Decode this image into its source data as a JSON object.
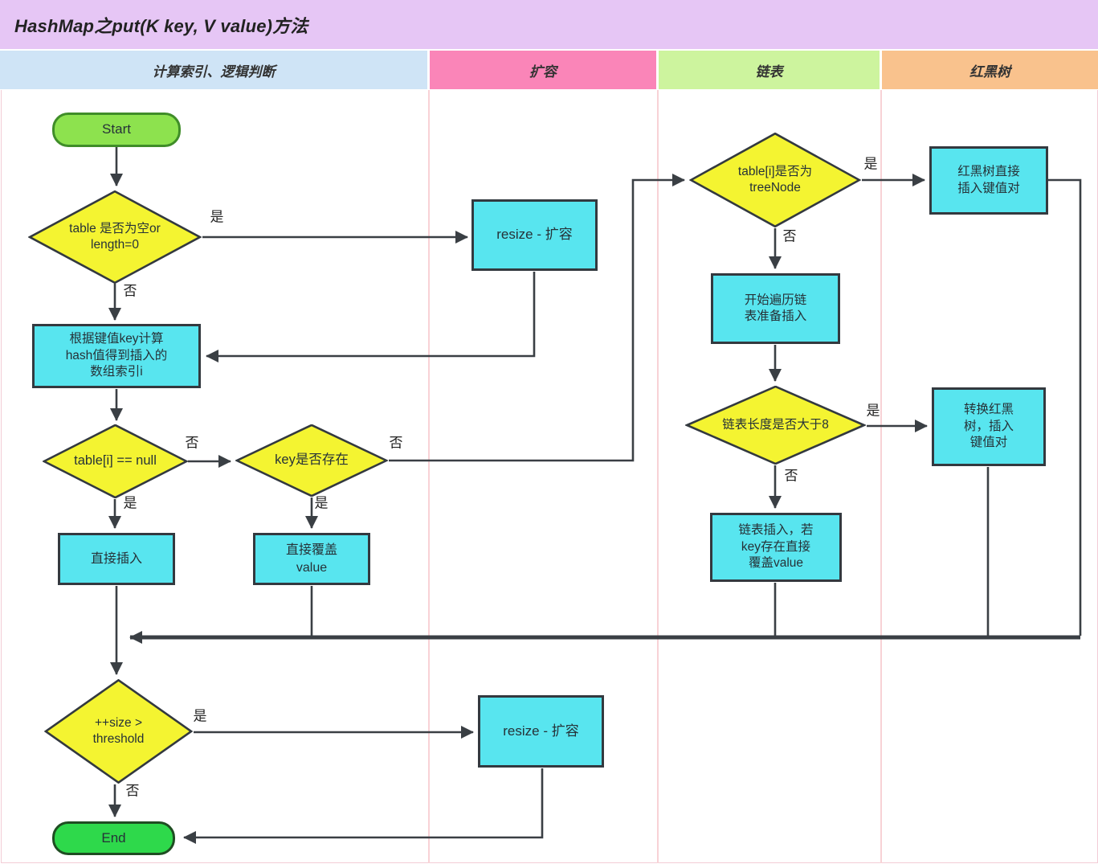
{
  "title": "HashMap之put(K key, V value)方法",
  "lanes": [
    {
      "label": "计算索引、逻辑判断",
      "color": "#cfe4f6"
    },
    {
      "label": "扩容",
      "color": "#fa85b8"
    },
    {
      "label": "链表",
      "color": "#cdf49e"
    },
    {
      "label": "红黑树",
      "color": "#f9c28d"
    }
  ],
  "labels": {
    "yes": "是",
    "no": "否"
  },
  "nodes": {
    "start": {
      "label": "Start"
    },
    "check_table_empty": {
      "label": "table 是否为空or\nlength=0"
    },
    "resize1": {
      "label": "resize - 扩容"
    },
    "calc_hash": {
      "label": "根据键值key计算\nhash值得到插入的\n数组索引i"
    },
    "check_null": {
      "label": "table[i] == null"
    },
    "direct_insert": {
      "label": "直接插入"
    },
    "check_key_exist": {
      "label": "key是否存在"
    },
    "overwrite_value": {
      "label": "直接覆盖\nvalue"
    },
    "check_treenode": {
      "label": "table[i]是否为\ntreeNode"
    },
    "rbtree_insert": {
      "label": "红黑树直接\n插入键值对"
    },
    "traverse_list": {
      "label": "开始遍历链\n表准备插入"
    },
    "check_list_len": {
      "label": "链表长度是否大于8"
    },
    "convert_rbtree": {
      "label": "转换红黑\n树，插入\n键值对"
    },
    "list_insert": {
      "label": "链表插入，若\nkey存在直接\n覆盖value"
    },
    "check_size": {
      "label": "++size >\nthreshold"
    },
    "resize2": {
      "label": "resize - 扩容"
    },
    "end": {
      "label": "End"
    }
  },
  "palette": {
    "title_bg": "#e6c6f5",
    "diamond_fill": "#f4f431",
    "process_fill": "#58e5ef",
    "start_fill": "#8de24e",
    "end_fill": "#2ed94b",
    "edge_color": "#3a3f44",
    "lane_separator": "#f8d2d6"
  }
}
